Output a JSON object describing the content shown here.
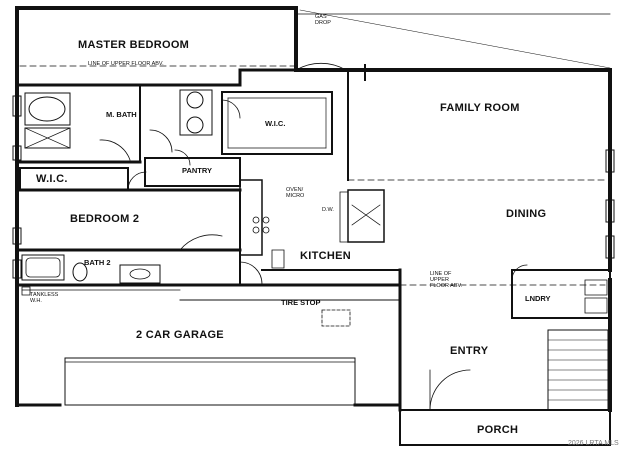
{
  "rooms": {
    "master_bedroom": "MASTER BEDROOM",
    "m_bath": "M. BATH",
    "wic_master": "W.I.C.",
    "family_room": "FAMILY ROOM",
    "pantry": "PANTRY",
    "wic_2": "W.I.C.",
    "bedroom_2": "BEDROOM 2",
    "dining": "DINING",
    "kitchen": "KITCHEN",
    "bath_2": "BATH 2",
    "laundry": "LNDRY",
    "garage": "2 CAR GARAGE",
    "entry": "ENTRY",
    "porch": "PORCH"
  },
  "notes": {
    "upper_floor_top": "LINE OF UPPER FLOOR ABV.",
    "upper_floor_right": "LINE OF\nUPPER\nFLOOR ABV.",
    "gas_drop": "GAS\nDROP",
    "oven_micro": "OVEN/\nMICRO",
    "dishwasher": "D.W.",
    "tankless": "TANKLESS\nW.H.",
    "tire_stop": "TIRE STOP"
  },
  "watermark": "2026 LRTA MLS",
  "colors": {
    "wall": "#111111",
    "fixture": "#222222",
    "background": "#ffffff"
  }
}
